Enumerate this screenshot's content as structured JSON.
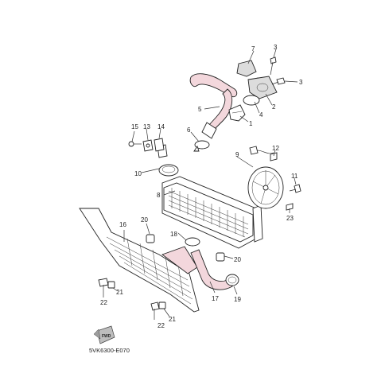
{
  "diagram": {
    "catalog_code": "5VK6300-E070",
    "front_badge": "FWD",
    "callouts": {
      "p1": "1",
      "p2": "2",
      "p3a": "3",
      "p3b": "3",
      "p4": "4",
      "p5": "5",
      "p6": "6",
      "p7": "7",
      "p8": "8",
      "p9": "9",
      "p10": "10",
      "p11": "11",
      "p12": "12",
      "p13": "13",
      "p14": "14",
      "p15": "15",
      "p16": "16",
      "p17": "17",
      "p18": "18",
      "p19": "19",
      "p20a": "20",
      "p20b": "20",
      "p21a": "21",
      "p21b": "21",
      "p22a": "22",
      "p22b": "22",
      "p23": "23"
    }
  }
}
